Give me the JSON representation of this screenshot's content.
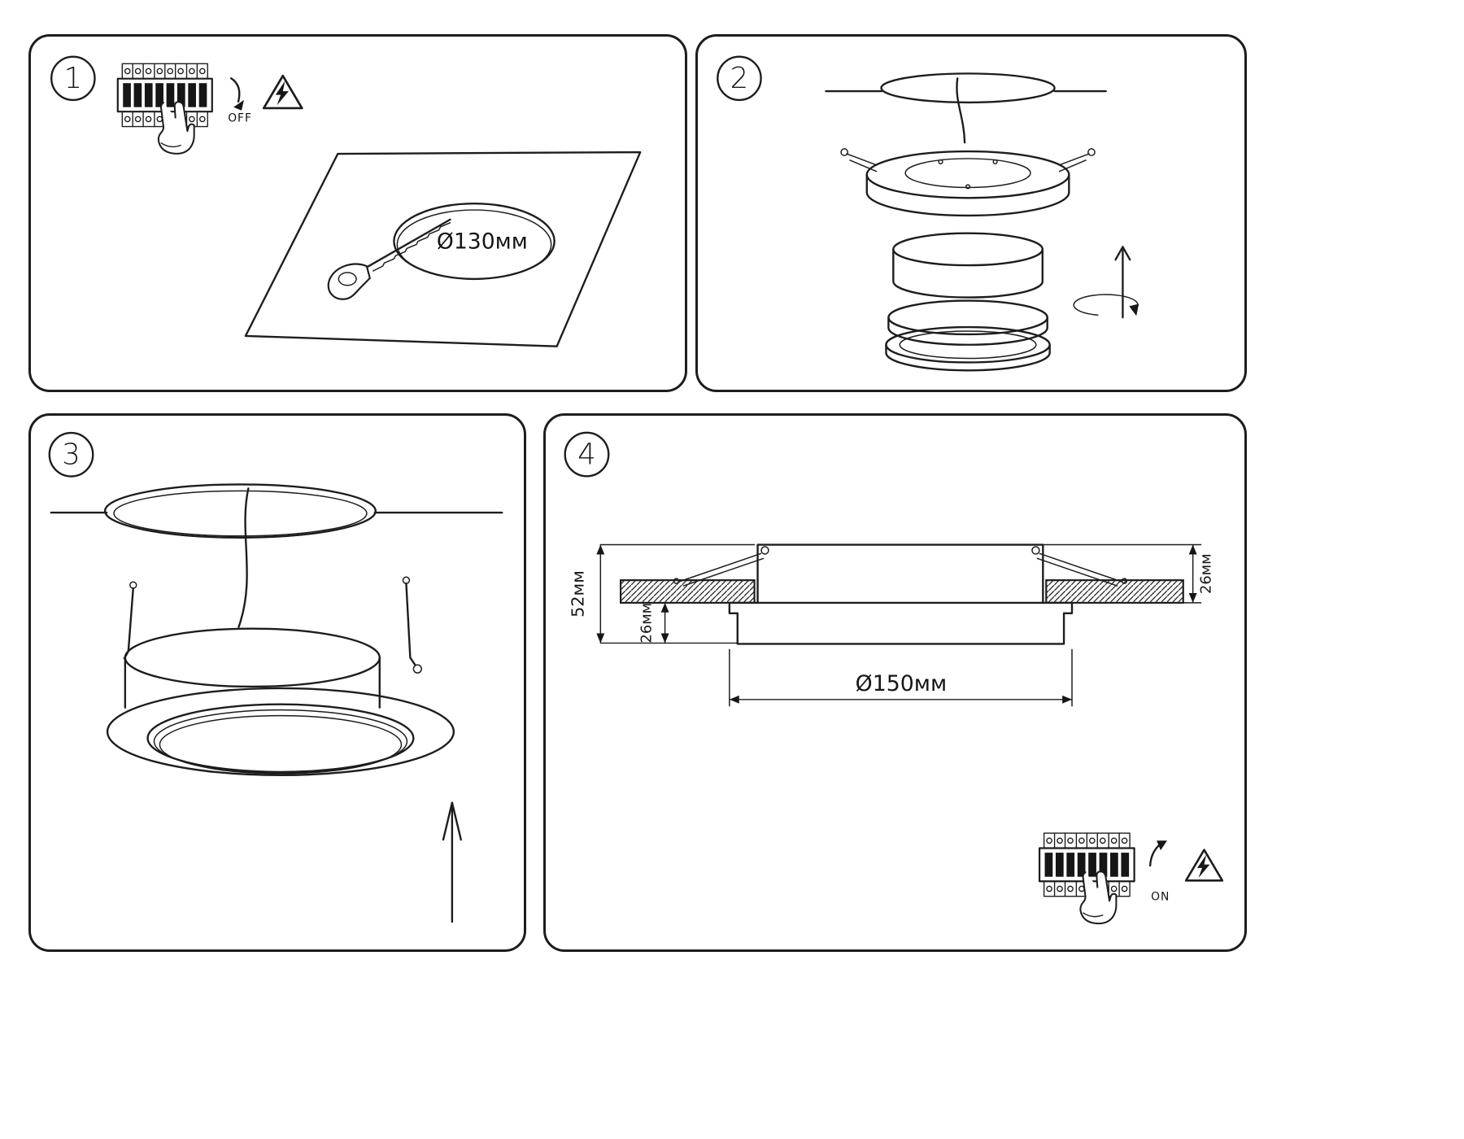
{
  "colors": {
    "line": "#1d1d1d",
    "background": "#ffffff",
    "fill_dark": "#161616"
  },
  "panels": [
    {
      "number": "1",
      "off_label": "OFF",
      "hole_diameter_label": "Ø130мм"
    },
    {
      "number": "2"
    },
    {
      "number": "3"
    },
    {
      "number": "4",
      "on_label": "ON",
      "dim_total_height": "52мм",
      "dim_below_ceiling": "26мм",
      "dim_above_ceiling": "26мм",
      "dim_cutout": "Ø150мм"
    }
  ]
}
